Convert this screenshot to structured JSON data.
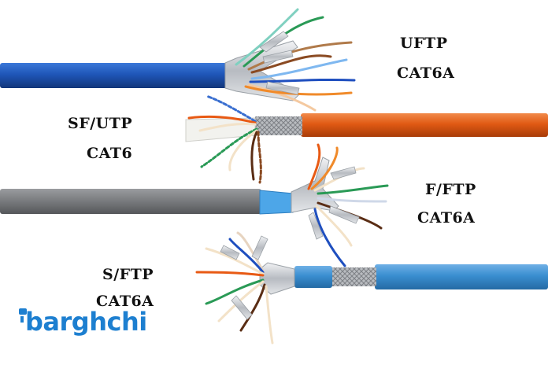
{
  "cables": [
    {
      "type": "UFTP",
      "category": "CAT6A",
      "jacket_color": "#1f56b8"
    },
    {
      "type": "SF/UTP",
      "category": "CAT6",
      "jacket_color": "#e05a14"
    },
    {
      "type": "F/FTP",
      "category": "CAT6A",
      "jacket_color": "#7b7d80"
    },
    {
      "type": "S/FTP",
      "category": "CAT6A",
      "jacket_color": "#3a8ed0"
    }
  ],
  "logo": {
    "text": "barghchi",
    "color": "#1d7fd0"
  },
  "pair_colors": [
    "#2a9a56",
    "#8a4a22",
    "#1f4fbf",
    "#f08a2a"
  ]
}
